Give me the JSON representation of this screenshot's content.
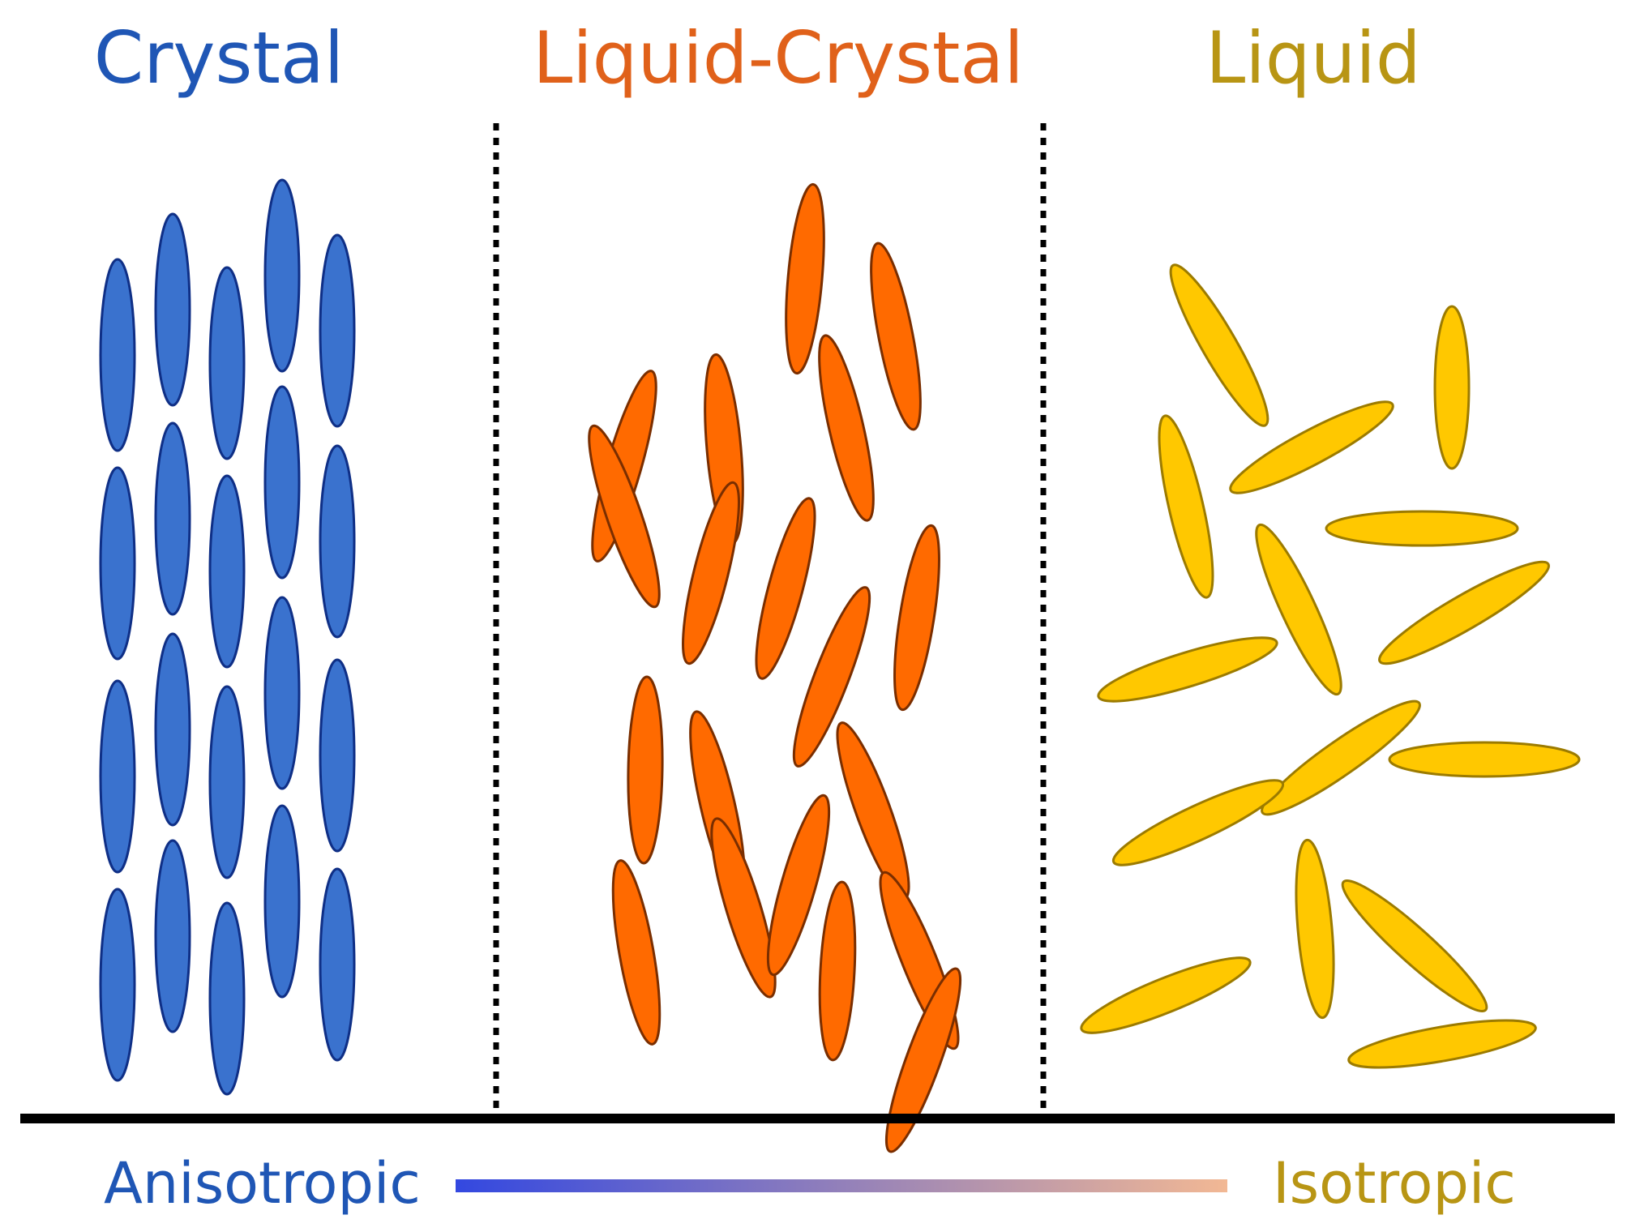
{
  "phases": [
    {
      "key": "crystal",
      "title": "Crystal",
      "color": "#1F56B5",
      "fill": "#3A72CE",
      "stroke": "#0F2F86"
    },
    {
      "key": "liquid_crystal",
      "title": "Liquid-Crystal",
      "color": "#E0611A",
      "fill": "#FF6A00",
      "stroke": "#7A2E00"
    },
    {
      "key": "liquid",
      "title": "Liquid",
      "color": "#B89514",
      "fill": "#FFC800",
      "stroke": "#9C7B00"
    }
  ],
  "scale": {
    "left_label": "Anisotropic",
    "right_label": "Isotropic",
    "left_color": "#1F56B5",
    "right_color": "#B89514",
    "gradient_start": "#3348E0",
    "gradient_end": "#F2B894"
  },
  "colors": {
    "baseline": "#000000",
    "separator": "#000000"
  }
}
